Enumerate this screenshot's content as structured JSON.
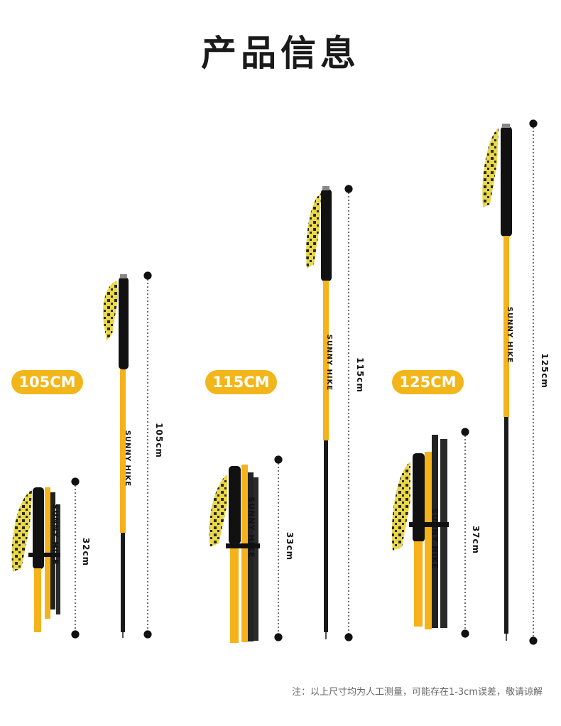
{
  "title": "产品信息",
  "products": [
    {
      "badge": "105CM",
      "extended_label": "105cm",
      "folded_label": "32cm"
    },
    {
      "badge": "115CM",
      "extended_label": "115cm",
      "folded_label": "33cm"
    },
    {
      "badge": "125CM",
      "extended_label": "125cm",
      "folded_label": "37cm"
    }
  ],
  "brand_text": "SUNNY HIKE",
  "footnote": "注：以上尺寸均为人工测量，可能存在1-3cm误差，敬请谅解",
  "colors": {
    "accent": "#f2b61b",
    "pole_yellow": "#f5b21a",
    "grip": "#111111",
    "strap": "#e9d84a"
  }
}
